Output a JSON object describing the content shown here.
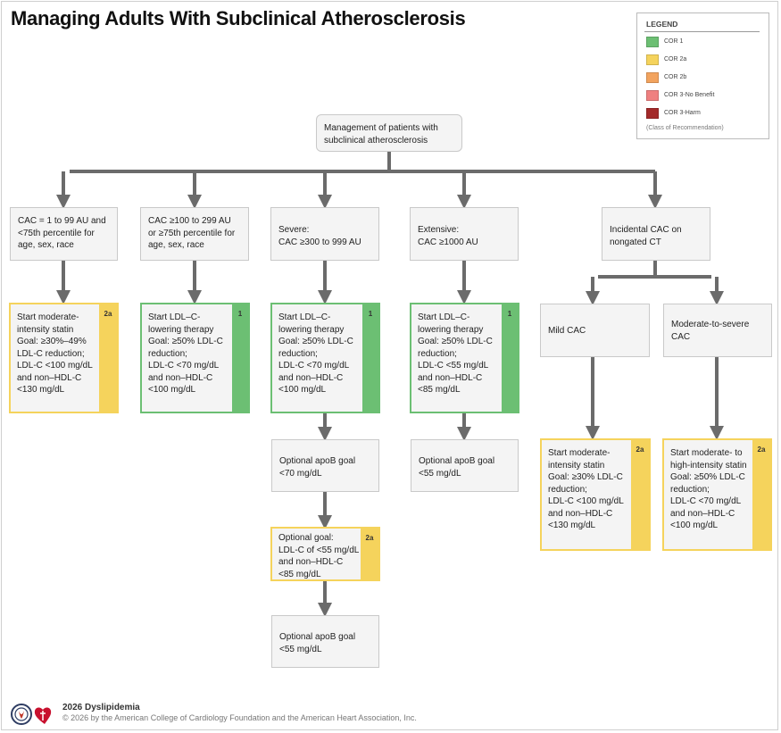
{
  "title": "Managing Adults With Subclinical Atherosclerosis",
  "legend": {
    "title": "LEGEND",
    "items": [
      {
        "label": "COR 1",
        "color": "#6cbf73"
      },
      {
        "label": "COR 2a",
        "color": "#f5d35c"
      },
      {
        "label": "COR 2b",
        "color": "#f2a35e"
      },
      {
        "label": "COR 3-No Benefit",
        "color": "#ef8080"
      },
      {
        "label": "COR 3-Harm",
        "color": "#a32a2a"
      }
    ],
    "note": "(Class of Recommendation)"
  },
  "root": "Management of patients with\nsubclinical atherosclerosis",
  "criteria": {
    "c1": "CAC = 1 to 99 AU and\n<75th percentile for\nage, sex, race",
    "c2": "CAC ≥100 to 299 AU\nor ≥75th percentile for\nage, sex, race",
    "c3": "Severe:\nCAC ≥300 to 999 AU",
    "c4": "Extensive:\nCAC ≥1000 AU",
    "c5": "Incidental CAC on\nnongated CT",
    "mild": "Mild CAC",
    "modsev": "Moderate-to-severe\nCAC"
  },
  "recommendations": {
    "r1": {
      "text": "Start moderate-\nintensity statin\nGoal: ≥30%–49%\nLDL-C reduction;\nLDL-C <100 mg/dL\nand non–HDL-C\n<130 mg/dL",
      "cor": "2a"
    },
    "r2": {
      "text": "Start LDL–C-\nlowering therapy\nGoal: ≥50% LDL-C\nreduction;\nLDL-C <70 mg/dL\nand non–HDL-C\n<100 mg/dL",
      "cor": "1"
    },
    "r3": {
      "text": "Start LDL–C-\nlowering therapy\nGoal: ≥50% LDL-C\nreduction;\nLDL-C <70 mg/dL\nand non–HDL-C\n<100 mg/dL",
      "cor": "1"
    },
    "r4": {
      "text": "Start LDL–C-\nlowering therapy\nGoal: ≥50% LDL-C\nreduction;\nLDL-C <55 mg/dL\nand non–HDL-C\n<85 mg/dL",
      "cor": "1"
    },
    "r5": {
      "text": "Start moderate-\nintensity statin\nGoal: ≥30% LDL-C\nreduction;\nLDL-C <100 mg/dL\nand non–HDL-C\n<130 mg/dL",
      "cor": "2a"
    },
    "r6": {
      "text": "Start moderate- to\nhigh-intensity statin\nGoal: ≥50% LDL-C\nreduction;\nLDL-C <70 mg/dL\nand non–HDL-C\n<100 mg/dL",
      "cor": "2a"
    },
    "r7": {
      "text": "Optional goal:\nLDL-C of <55 mg/dL\nand non–HDL-C\n<85 mg/dL",
      "cor": "2a"
    }
  },
  "optional": {
    "o1": "Optional apoB goal\n<70 mg/dL",
    "o2": "Optional apoB goal\n<55 mg/dL",
    "o3": "Optional apoB goal\n<55 mg/dL"
  },
  "footer": {
    "title": "2026 Dyslipidemia",
    "copyright": "© 2026 by the American College of Cardiology Foundation and the American Heart Association, Inc."
  }
}
